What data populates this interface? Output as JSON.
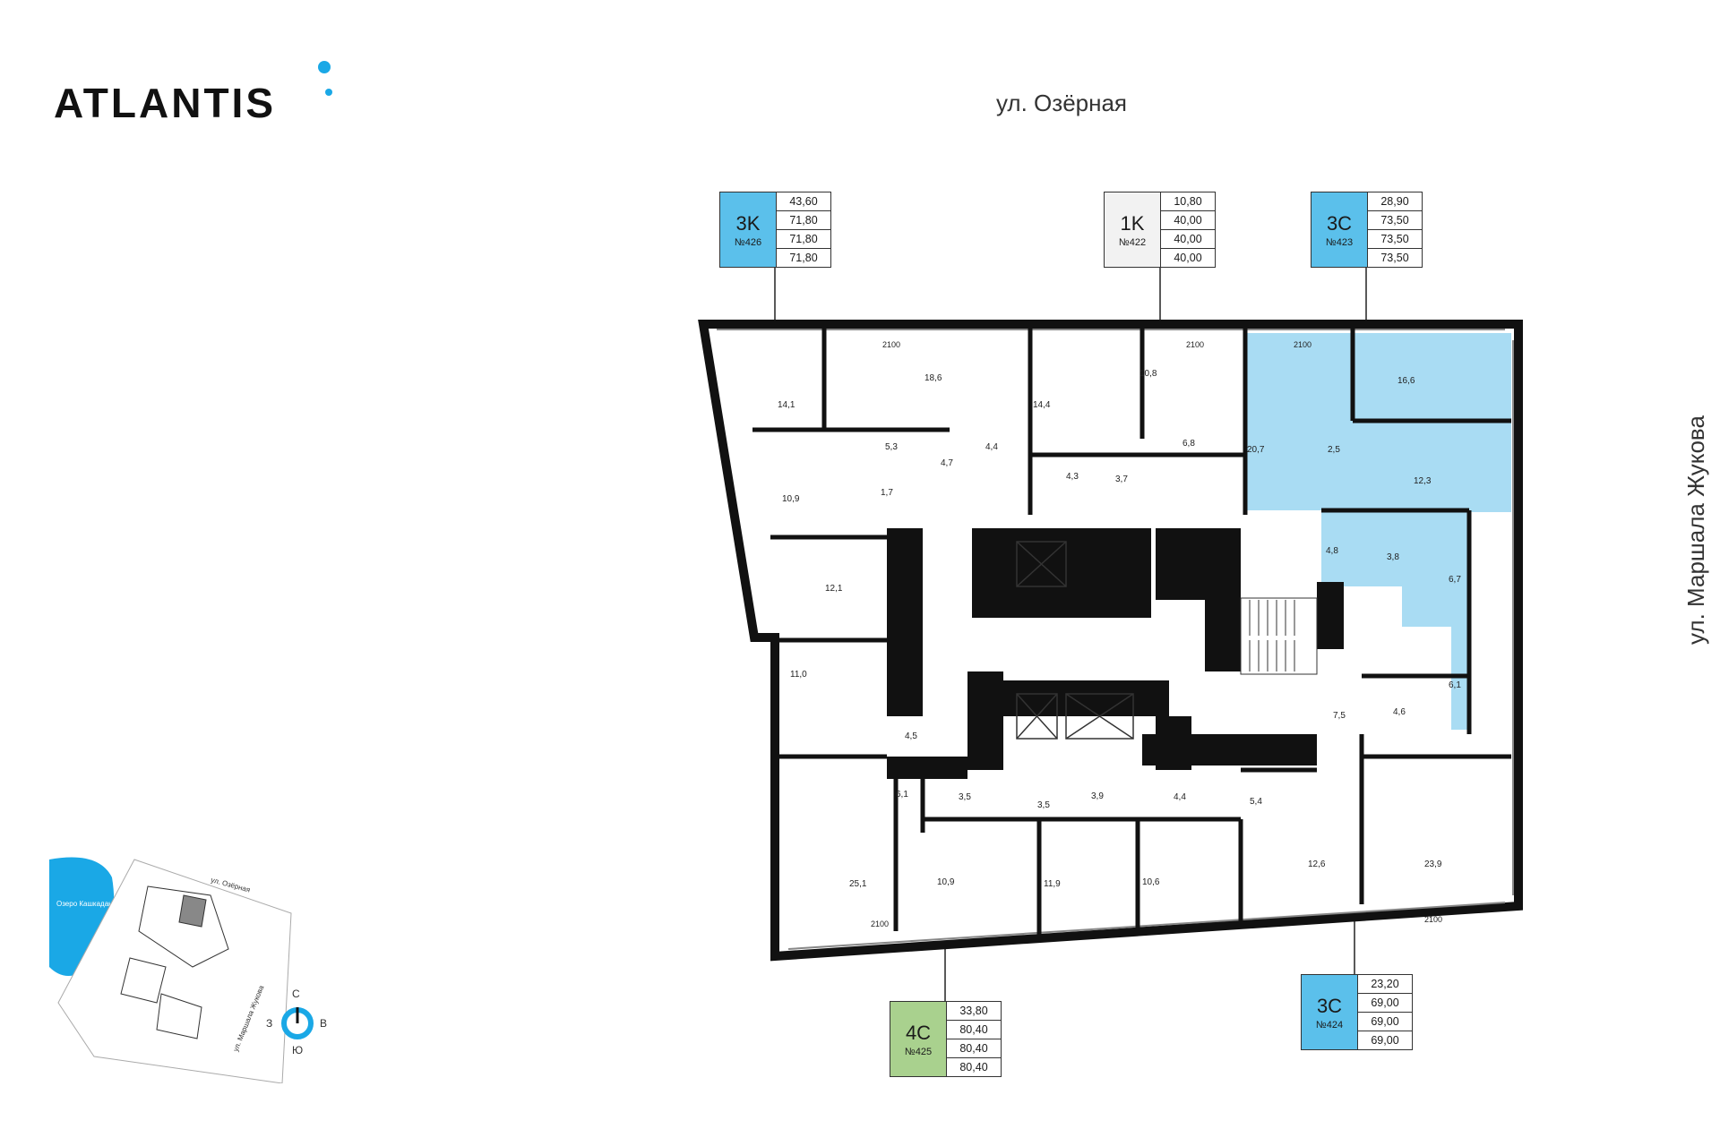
{
  "brand": {
    "name": "ATLANTIS",
    "accent": "#1aa8e6"
  },
  "streets": {
    "top": "ул. Озёрная",
    "right": "ул. Маршала Жукова"
  },
  "colors": {
    "apt_1k": "#f2f2f2",
    "apt_3c": "#5bc0eb",
    "apt_3k": "#5bc0eb",
    "apt_4c": "#a9d18e",
    "selected_fill": "#a9dcf3",
    "wall": "#111111"
  },
  "apartments": [
    {
      "type": "3K",
      "number": "№426",
      "values": [
        "43,60",
        "71,80",
        "71,80",
        "71,80"
      ],
      "color": "#5bc0eb"
    },
    {
      "type": "1K",
      "number": "№422",
      "values": [
        "10,80",
        "40,00",
        "40,00",
        "40,00"
      ],
      "color": "#f2f2f2"
    },
    {
      "type": "3C",
      "number": "№423",
      "values": [
        "28,90",
        "73,50",
        "73,50",
        "73,50"
      ],
      "color": "#5bc0eb"
    },
    {
      "type": "4C",
      "number": "№425",
      "values": [
        "33,80",
        "80,40",
        "80,40",
        "80,40"
      ],
      "color": "#a9d18e"
    },
    {
      "type": "3C",
      "number": "№424",
      "values": [
        "23,20",
        "69,00",
        "69,00",
        "69,00"
      ],
      "color": "#5bc0eb"
    }
  ],
  "rooms": [
    "14,1",
    "18,6",
    "14,4",
    "10,8",
    "16,6",
    "5,3",
    "4,7",
    "4,4",
    "6,8",
    "20,7",
    "2,5",
    "10,9",
    "1,7",
    "4,3",
    "3,7",
    "12,3",
    "4,8",
    "3,8",
    "6,7",
    "12,1",
    "11,0",
    "4,5",
    "7,5",
    "4,6",
    "6,1",
    "6,1",
    "3,5",
    "3,5",
    "3,9",
    "4,4",
    "5,4",
    "25,1",
    "10,9",
    "11,9",
    "10,6",
    "12,6",
    "23,9"
  ],
  "dimensions": [
    "2100",
    "2100",
    "2100",
    "2100",
    "2100"
  ],
  "minimap": {
    "lake": "Озеро Кашкадан",
    "street1": "ул. Озёрная",
    "street2": "ул. Маршала Жукова"
  },
  "compass": {
    "n": "С",
    "s": "Ю",
    "w": "З",
    "e": "В"
  }
}
